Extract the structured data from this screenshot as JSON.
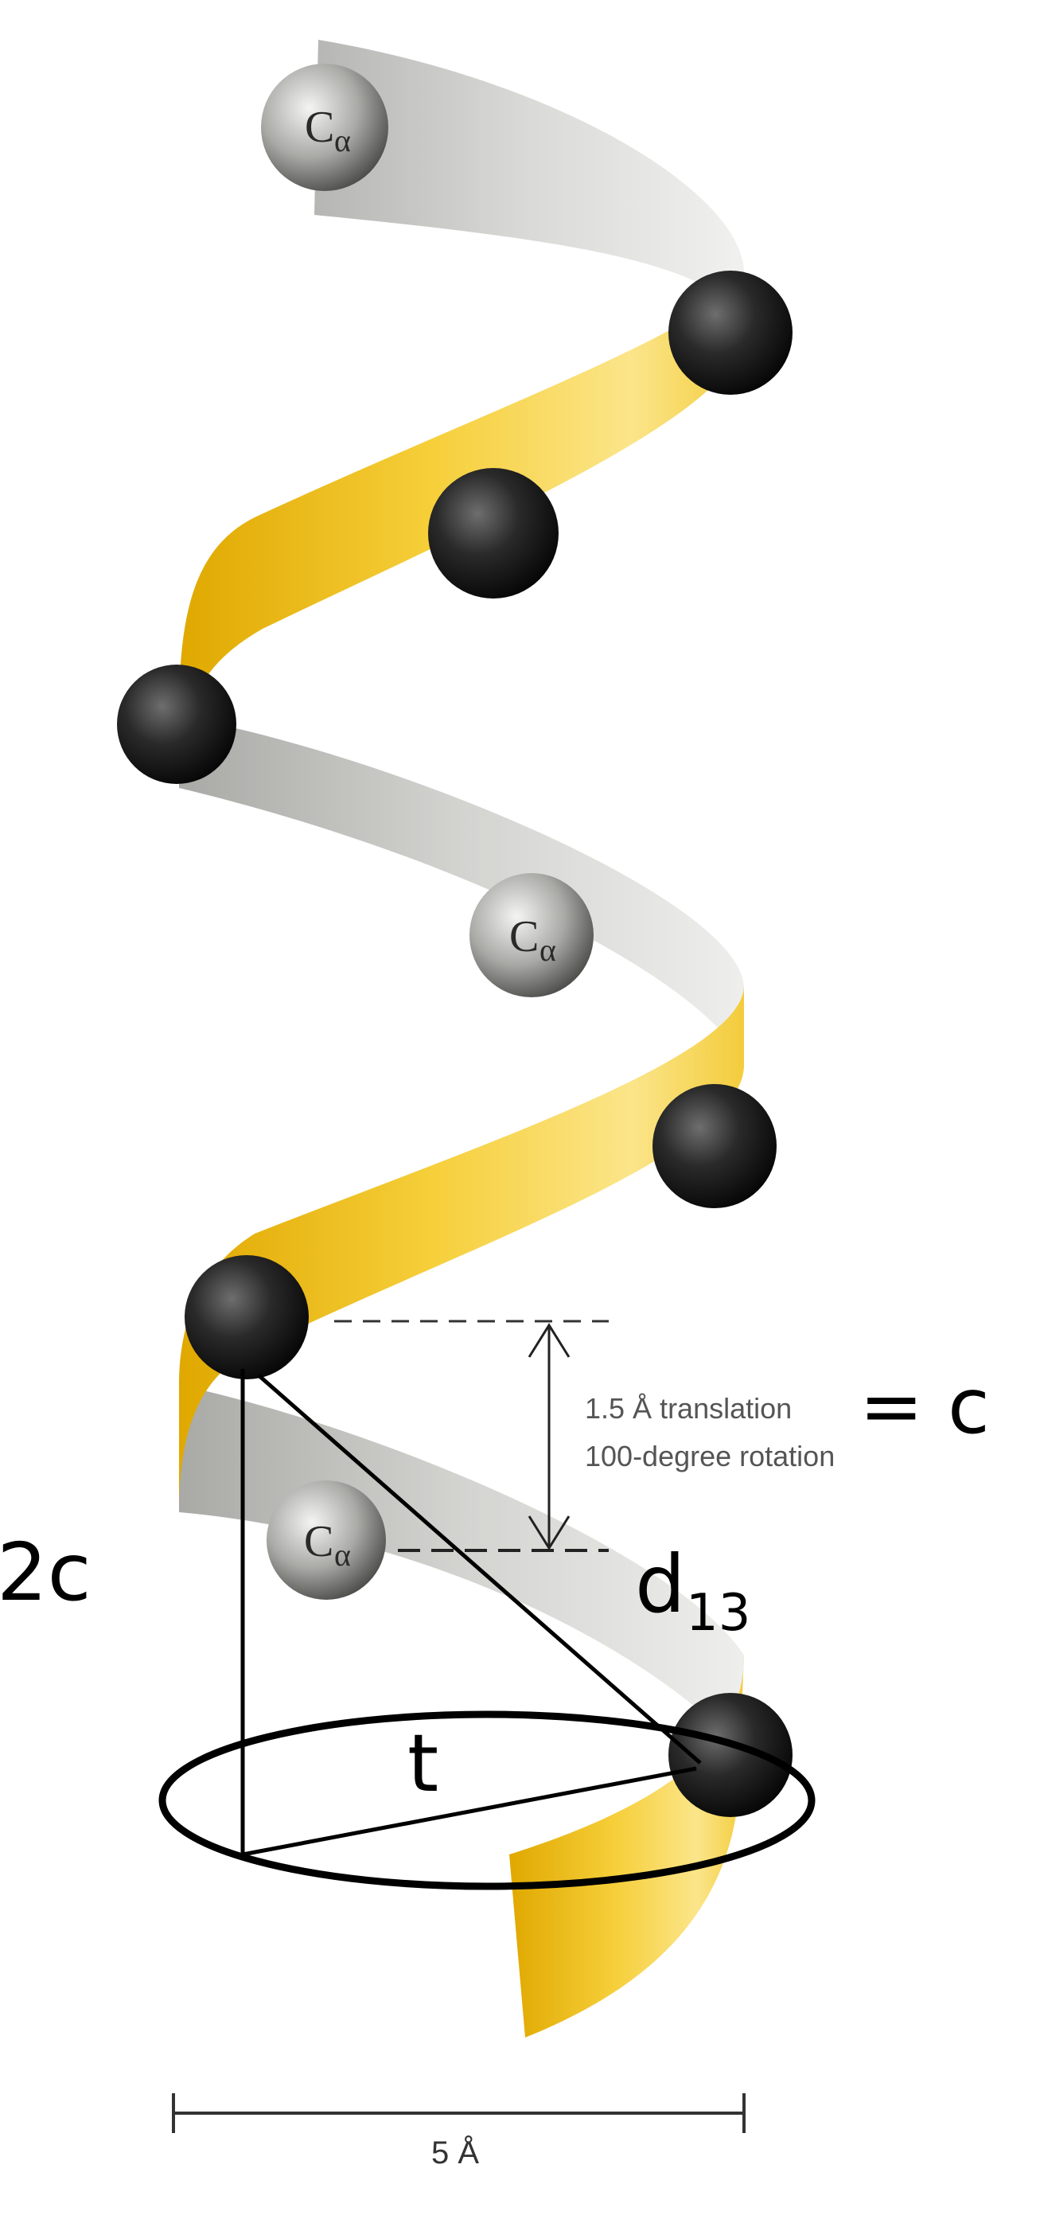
{
  "diagram": {
    "atom_labels": {
      "c_alpha_base": "C",
      "c_alpha_sub": "α"
    },
    "translation_text": "1.5 Å translation",
    "rotation_text": "100-degree rotation",
    "equals_c": "= c",
    "label_2c": "2c",
    "label_d": "d",
    "label_d_sub": "13",
    "label_t": "t",
    "scale_label": "5 Å"
  },
  "colors": {
    "ribbon_yellow": "#f2c12e",
    "ribbon_yellow_light": "#fbe27a",
    "ribbon_gray": "#c9c9c6",
    "ribbon_gray_light": "#e9e9e6",
    "atom_dark": "#1a1a1a",
    "atom_gray": "#9a9a98",
    "ink": "#000000"
  }
}
